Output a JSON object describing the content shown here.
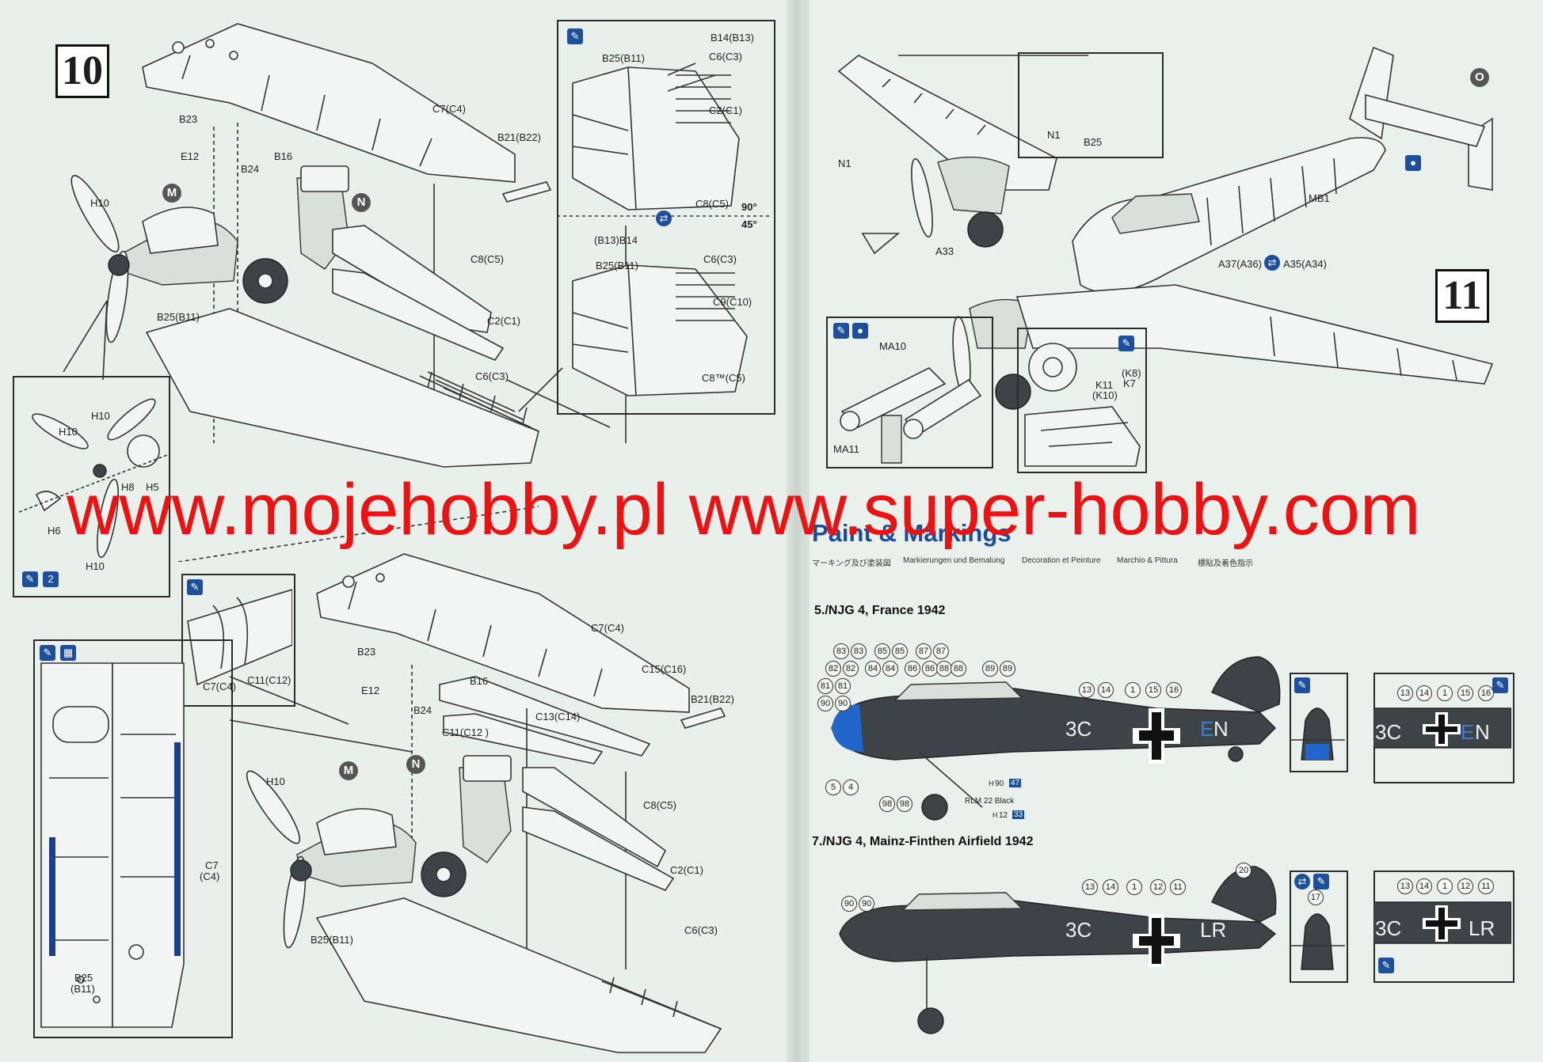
{
  "step10": {
    "number": "10",
    "top": {
      "labels": {
        "c7": "C7(C4)",
        "b21": "B21(B22)",
        "b23": "B23",
        "b16": "B16",
        "e12": "E12",
        "b24": "B24",
        "h10": "H10",
        "m": "M",
        "n": "N",
        "c8": "C8(C5)",
        "c2": "C2(C1)",
        "b25": "B25(B11)",
        "c6": "C6(C3)"
      },
      "inset_top": {
        "b14": "B14(B13)",
        "b25": "B25(B11)",
        "c6": "C6(C3)",
        "c2": "C2(C1)",
        "c8": "C8(C5)"
      },
      "angle_90": "90°",
      "angle_45": "45°",
      "inset_bottom": {
        "b13": "(B13)B14",
        "c6": "C6(C3)",
        "b25": "B25(B11)",
        "c9": "C9(C10)",
        "c8": "C8™(C5)"
      },
      "prop_inset": {
        "h10a": "H10",
        "h10b": "H10",
        "h8": "H8",
        "h5": "H5",
        "h6": "H6",
        "h10c": "H10",
        "count": "2"
      }
    },
    "bottom": {
      "labels": {
        "c7": "C7(C4)",
        "c15": "C15(C16)",
        "b21": "B21(B22)",
        "b23": "B23",
        "b16": "B16",
        "e12": "E12",
        "b24": "B24",
        "c13": "C13(C14)",
        "c11": "C11(C12 )",
        "h10": "H10",
        "m": "M",
        "n": "N",
        "c8": "C8(C5)",
        "c2": "C2(C1)",
        "b25": "B25(B11)",
        "c6": "C6(C3)"
      },
      "inset_flap": {
        "c7": "C7(C4)",
        "c11": "C11(C12)"
      },
      "wing_top": {
        "c7": "C7",
        "c4": "(C4)",
        "b25": "B25",
        "b11": "(B11)"
      }
    }
  },
  "step11": {
    "number": "11",
    "labels": {
      "n1": "N1",
      "b25": "B25",
      "n1b": "N1",
      "o": "O",
      "mb1": "MB1",
      "a33": "A33",
      "a37": "A37(A36)",
      "a35": "A35(A34)",
      "ma10": "MA10",
      "ma11": "MA11",
      "k8": "(K8)",
      "k7": "K7",
      "k11": "K11",
      "k10": "(K10)"
    }
  },
  "watermark": "www.mojehobby.pl www.super-hobby.com",
  "paint": {
    "title": "Paint & Markings",
    "subtitles": [
      "マーキング及び塗装図",
      "Markierungen und Bemalung",
      "Decoration et Peinture",
      "Marchio & Pittura",
      "標貼及着色指示"
    ],
    "scheme1": {
      "title": "5./NJG 4, France 1942",
      "code": "3C",
      "code_tail": "N",
      "code_blue": "E",
      "color_label": "RLM 22 Black",
      "h90": "H",
      "h90_num": "90",
      "h90_box": "47",
      "h12": "H",
      "h12_num": "12",
      "h12_box": "33",
      "decals": [
        "83",
        "83",
        "85",
        "85",
        "87",
        "87",
        "82",
        "82",
        "84",
        "84",
        "86",
        "86",
        "88",
        "88",
        "89",
        "89",
        "81",
        "81",
        "90",
        "90",
        "13",
        "14",
        "1",
        "15",
        "16",
        "5",
        "4",
        "98",
        "98"
      ]
    },
    "scheme2": {
      "title": "7./NJG 4, Mainz-Finthen Airfield 1942",
      "code": "3C",
      "code_tail": "LR",
      "decals": [
        "20",
        "90",
        "90",
        "13",
        "14",
        "1",
        "12",
        "11",
        "17"
      ]
    },
    "detail1_decals": [
      "13",
      "14",
      "1",
      "15",
      "16"
    ],
    "detail2_decals": [
      "13",
      "14",
      "1",
      "12",
      "11"
    ]
  }
}
